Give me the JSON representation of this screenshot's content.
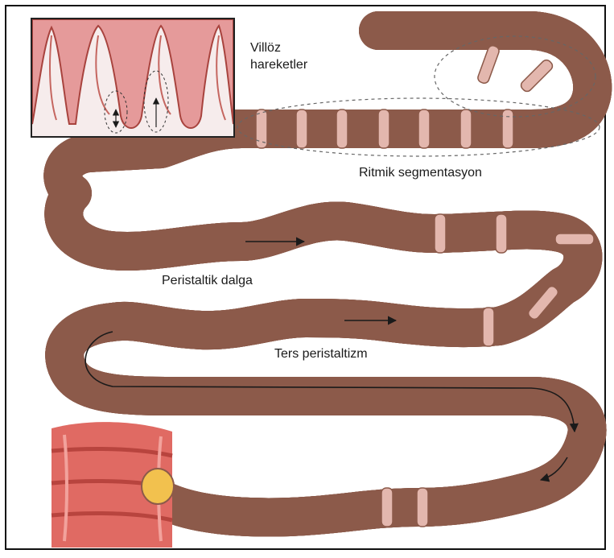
{
  "labels": {
    "villous_movements_line1": "Villöz",
    "villous_movements_line2": "hareketler",
    "rhythmic_segmentation": "Ritmik segmentasyon",
    "peristaltic_wave": "Peristaltik dalga",
    "reverse_peristalsis": "Ters peristaltizm"
  },
  "colors": {
    "chyme": "#f2c14e",
    "wall": "#e3b7ae",
    "wall_edge": "#8c5a4a",
    "mucosa_line": "#b5472f",
    "colon": "#e06a63",
    "inset_tissue": "#e59a9a",
    "arrow": "#1a1a1a"
  }
}
